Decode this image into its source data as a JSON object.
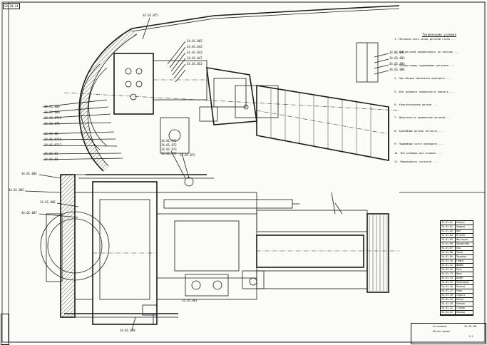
{
  "sheet_code": "С2-10-24",
  "notes_title": "Технические условия",
  "notes": [
    "1. Материал всех литых деталей сталь ...",
    "2. Все деталей обрабатывать по чертежу ...",
    "3. Зазоры между подвижными деталями ...",
    "4. При сборке механизма проверить ...",
    "5. Все трущиеся поверхности смазать ...",
    "6. Уплотнительные детали ...",
    "7. Допускается применение деталей ...",
    "8. Крепёжные детали затянуть ...",
    "9. Подвижные части проверить ...",
    "10. Все размеры для справок ...",
    "11. Маркировать согласно ..."
  ],
  "labels_upper": [
    "34.01.088",
    "34.01.089",
    "34.01.0715",
    "34.01.076",
    "34.01.08",
    "34.01.0716",
    "34.01.0717",
    "34.01.02",
    "34.01.03"
  ],
  "labels_right": [
    "34.01.091",
    "34.01.002",
    "34.01.003",
    "34.01.004"
  ],
  "labels_top": [
    "34.01.075",
    "34.01.065",
    "34.01.042",
    "34.01.043",
    "34.01.047",
    "34.01.053"
  ],
  "labels_mid": [
    "34.01.071",
    "34.01.072",
    "34.01.073",
    "34.01.074",
    "34.01.075"
  ],
  "labels_lower": [
    "34.01.004",
    "34.01.005",
    "34.01.006",
    "34.01.007"
  ],
  "labels_bottom": [
    "34.01.001",
    "34.01.008"
  ],
  "bom": [
    {
      "a": "34.01.01",
      "b": "Корпус"
    },
    {
      "a": "34.01.02",
      "b": "Крышка"
    },
    {
      "a": "34.01.03",
      "b": "Вал"
    },
    {
      "a": "34.01.04",
      "b": "Втулка"
    },
    {
      "a": "34.01.05",
      "b": "Шестерня"
    },
    {
      "a": "34.01.06",
      "b": "Кронштейн"
    },
    {
      "a": "34.01.07",
      "b": "Ось"
    },
    {
      "a": "34.01.08",
      "b": "Рычаг"
    },
    {
      "a": "34.01.09",
      "b": "Пружина"
    },
    {
      "a": "34.01.10",
      "b": "Гайка"
    },
    {
      "a": "34.01.11",
      "b": "Шайба"
    },
    {
      "a": "34.01.12",
      "b": "Болт"
    },
    {
      "a": "34.01.13",
      "b": "Винт"
    },
    {
      "a": "34.01.14",
      "b": "Штифт"
    },
    {
      "a": "34.01.15",
      "b": "Прокладка"
    },
    {
      "a": "34.01.16",
      "b": "Планка"
    },
    {
      "a": "34.01.17",
      "b": "Упор"
    },
    {
      "a": "34.01.18",
      "b": "Серьга"
    },
    {
      "a": "34.01.19",
      "b": "Палец"
    },
    {
      "a": "34.01.20",
      "b": "Колпак"
    },
    {
      "a": "34.01.21",
      "b": "Стопор"
    },
    {
      "a": "34.01.22",
      "b": "Кольцо"
    }
  ],
  "title_block": {
    "name": "Установка",
    "sub": "85-мм пушки",
    "code": "34.01.00",
    "scale": "1:2"
  }
}
